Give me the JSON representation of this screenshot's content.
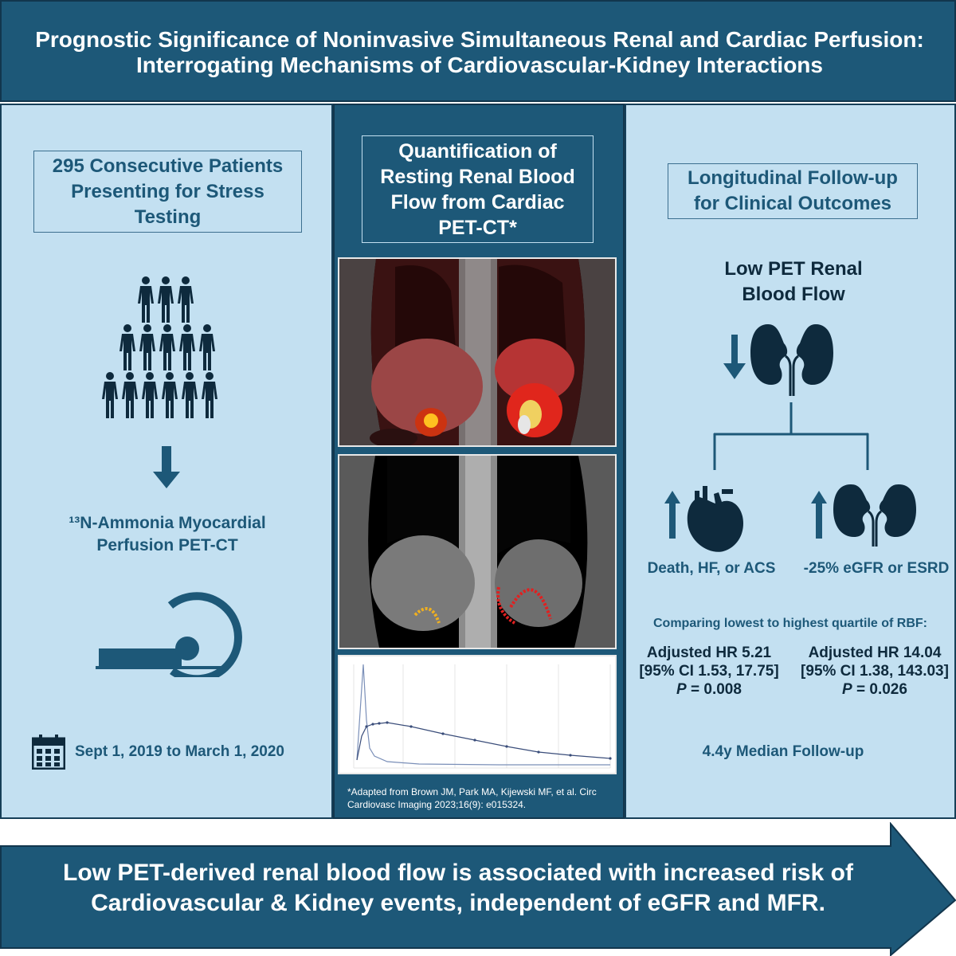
{
  "title": {
    "line1": "Prognostic Significance of Noninvasive Simultaneous Renal and Cardiac Perfusion:",
    "line2": "Interrogating Mechanisms of Cardiovascular-Kidney Interactions"
  },
  "left": {
    "box_line1": "295 Consecutive Patients",
    "box_line2": "Presenting for Stress",
    "box_line3": "Testing",
    "modality_line1": "¹³N-Ammonia Myocardial",
    "modality_line2": "Perfusion PET-CT",
    "date_range": "Sept 1, 2019 to March 1, 2020",
    "icons": [
      "people-group-icon",
      "down-arrow-icon",
      "pet-scanner-icon",
      "calendar-icon"
    ]
  },
  "middle": {
    "box_line1": "Quantification of",
    "box_line2": "Resting Renal Blood",
    "box_line3": "Flow from Cardiac",
    "box_line4": "PET-CT*",
    "footnote_line1": "*Adapted from Brown JM, Park MA, Kijewski MF, et al. Circ",
    "footnote_line2": "Cardiovasc Imaging 2023;16(9): e015324."
  },
  "right": {
    "box_line1": "Longitudinal Follow-up",
    "box_line2": "for Clinical Outcomes",
    "low_line1": "Low PET Renal",
    "low_line2": "Blood Flow",
    "outcome_cardiac": "Death, HF, or ACS",
    "outcome_kidney": "-25% eGFR or ESRD",
    "comparing": "Comparing lowest to highest quartile of RBF:",
    "hr1_line1": "Adjusted HR 5.21",
    "hr1_line2": "[95% CI 1.53, 17.75]",
    "hr1_p_label": "P",
    "hr1_p_value": " = 0.008",
    "hr2_line1": "Adjusted HR 14.04",
    "hr2_line2": "[95% CI 1.38, 143.03]",
    "hr2_p_label": "P",
    "hr2_p_value": " = 0.026",
    "followup": "4.4y Median Follow-up"
  },
  "bottom": {
    "line1": "Low PET-derived renal blood flow is associated with increased risk of",
    "line2": "Cardiovascular & Kidney events, independent of eGFR and MFR."
  },
  "colors": {
    "navy": "#1d5878",
    "light_blue": "#c3e0f1",
    "dark_icon": "#0e2a3d"
  }
}
